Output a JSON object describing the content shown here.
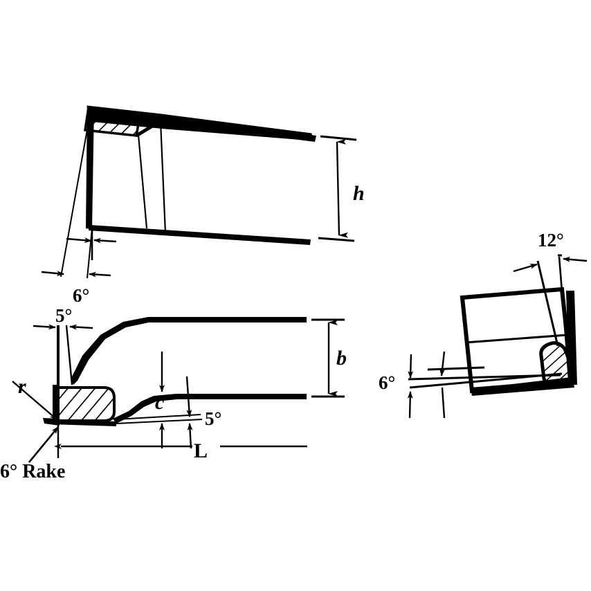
{
  "diagram": {
    "title": "Carbide tipped tool bit geometry",
    "ink_color": "#000000",
    "background_color": "#ffffff"
  },
  "views": {
    "side_elevation": {
      "name": "side-elevation-view"
    },
    "plan": {
      "name": "plan-view"
    },
    "end": {
      "name": "end-view"
    }
  },
  "labels": {
    "h": "h",
    "b": "b",
    "c": "c",
    "L": "L",
    "r": "r",
    "angle_6_top": "6°",
    "angle_5_plan_front": "5°",
    "angle_5_plan_side": "5°",
    "rake_note": "6° Rake",
    "angle_12_end": "12°",
    "angle_6_end": "6°"
  }
}
